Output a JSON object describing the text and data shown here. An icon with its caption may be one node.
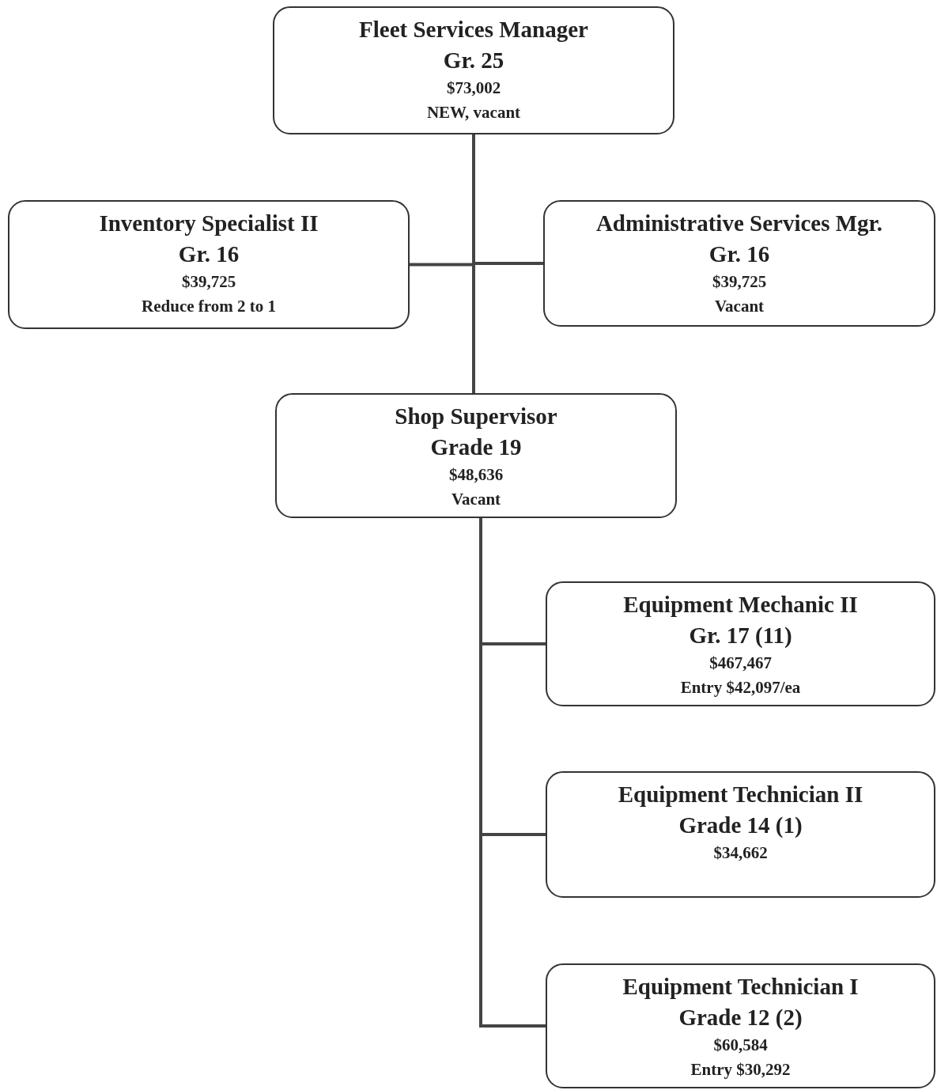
{
  "diagram": {
    "nodes": [
      {
        "text": [
          "Fleet Services Manager",
          "Gr. 25",
          "$73,002",
          "NEW, vacant"
        ]
      },
      {
        "text": [
          "Inventory Specialist II",
          "Gr. 16",
          "$39,725",
          "Reduce from 2 to 1"
        ]
      },
      {
        "text": [
          "Administrative Services Mgr.",
          "Gr. 16",
          "$39,725",
          "Vacant"
        ]
      },
      {
        "text": [
          "Shop Supervisor",
          "Grade 19",
          "$48,636",
          "Vacant"
        ]
      },
      {
        "text": [
          "Equipment Mechanic II",
          "Gr. 17 (11)",
          "$467,467",
          "Entry $42,097/ea"
        ]
      },
      {
        "text": [
          "Equipment Technician II",
          "Grade 14 (1)",
          "$34,662"
        ]
      },
      {
        "text": [
          "Equipment Technician I",
          "Grade 12 (2)",
          "$60,584",
          "Entry $30,292"
        ]
      }
    ],
    "edges": [
      {
        "from": 0,
        "to": 1,
        "arrow": "none"
      },
      {
        "from": 0,
        "to": 2,
        "arrow": "none"
      },
      {
        "from": 0,
        "to": 3,
        "arrow": "none"
      },
      {
        "from": 3,
        "to": 4,
        "arrow": "none"
      },
      {
        "from": 3,
        "to": 5,
        "arrow": "none"
      },
      {
        "from": 3,
        "to": 6,
        "arrow": "none"
      }
    ]
  }
}
